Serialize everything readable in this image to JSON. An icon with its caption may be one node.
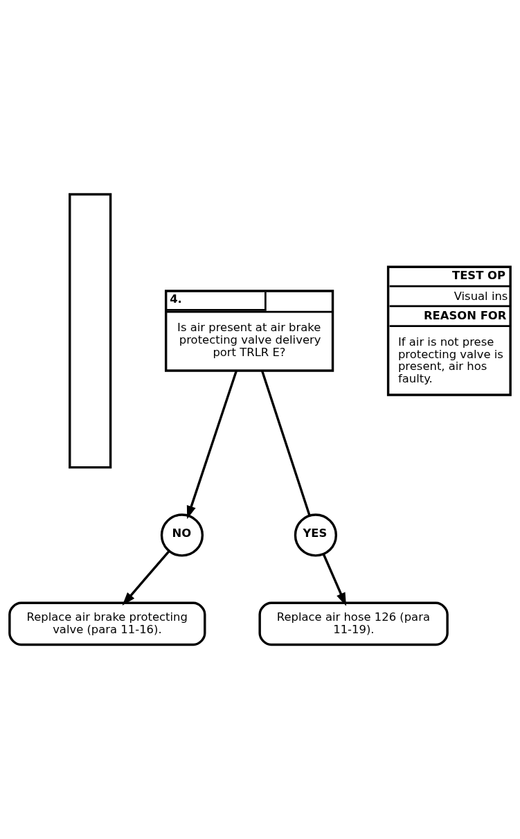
{
  "diagram": {
    "nodes": [
      {
        "text": [
          "4.",
          "Is air present at air brake protecting valve delivery port TRLR E?"
        ]
      },
      {
        "text": [
          "NO"
        ]
      },
      {
        "text": [
          "YES"
        ]
      },
      {
        "text": [
          "Replace air brake protecting valve (para 11-16)."
        ]
      },
      {
        "text": [
          "Replace air hose 126 (para 11-19)."
        ]
      },
      {
        "text": [
          "TEST OP",
          "Visual ins",
          "REASON FOR",
          "If air is not prese protecting valve is present, air hos faulty."
        ]
      },
      {
        "text": [],
        "shape": "box"
      }
    ],
    "edges": [
      {
        "from": 0,
        "to": 1,
        "arrow": "to"
      },
      {
        "from": 0,
        "to": 2,
        "arrow": "none"
      },
      {
        "from": 1,
        "to": 3,
        "arrow": "to"
      },
      {
        "from": 2,
        "to": 4,
        "arrow": "to"
      }
    ]
  }
}
